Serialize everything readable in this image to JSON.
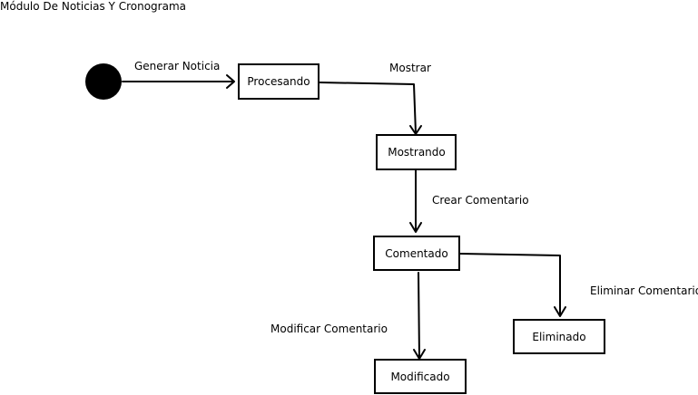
{
  "title": "Módulo De Noticias Y Cronograma",
  "nodes": {
    "procesando": "Procesando",
    "mostrando": "Mostrando",
    "comentado": "Comentado",
    "eliminado": "Eliminado",
    "modificado": "Modificado"
  },
  "edges": {
    "generar_noticia": "Generar Noticia",
    "mostrar": "Mostrar",
    "crear_comentario": "Crear Comentario",
    "eliminar_comentario": "Eliminar Comentario",
    "modificar_comentario": "Modificar Comentario"
  }
}
